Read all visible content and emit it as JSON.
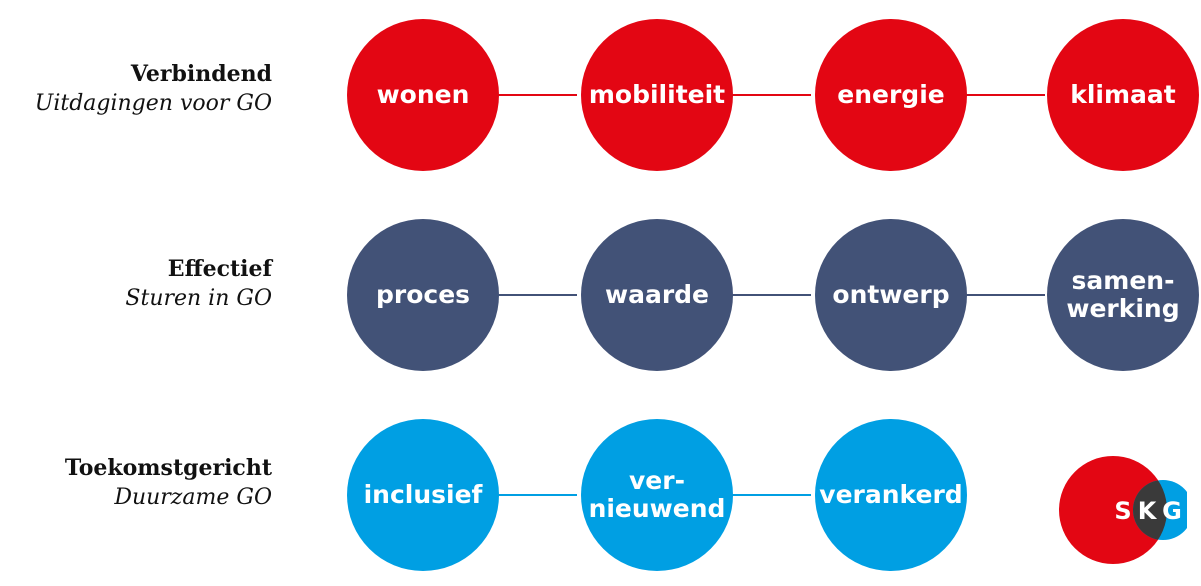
{
  "colors": {
    "red": "#E30613",
    "navy": "#425277",
    "cyan": "#009FE3",
    "logo_overlap": "#3a3a3a"
  },
  "rows": [
    {
      "title": "Verbindend",
      "subtitle": "Uitdagingen voor GO",
      "color": "#E30613",
      "items": [
        "wonen",
        "mobiliteit",
        "energie",
        "klimaat"
      ]
    },
    {
      "title": "Effectief",
      "subtitle": "Sturen in GO",
      "color": "#425277",
      "items": [
        "proces",
        "waarde",
        "ontwerp",
        "samen-\nwerking"
      ]
    },
    {
      "title": "Toekomstgericht",
      "subtitle": "Duurzame GO",
      "color": "#009FE3",
      "items": [
        "inclusief",
        "ver-\nnieuwend",
        "verankerd"
      ]
    }
  ],
  "logo": {
    "letters": [
      "S",
      "K",
      "G"
    ],
    "icon": "skg-logo-icon"
  }
}
